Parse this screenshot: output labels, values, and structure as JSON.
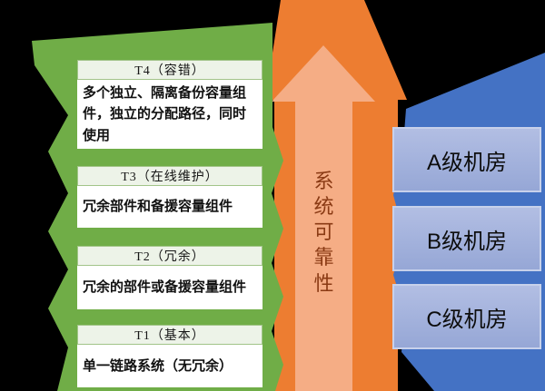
{
  "canvas": {
    "background": "#000000"
  },
  "left_panel": {
    "color": "#70ad47",
    "header_fill": "#edf3e8",
    "tiers": [
      {
        "header": "T4（容错）",
        "body": "多个独立、隔离备份容量组件，独立的分配路径，同时使用"
      },
      {
        "header": "T3（在线维护）",
        "body": "冗余部件和备援容量组件"
      },
      {
        "header": "T2（冗余）",
        "body": "冗余的部件或备援容量组件"
      },
      {
        "header": "T1（基本）",
        "body": "单一链路系统（无冗余）"
      }
    ]
  },
  "arrow": {
    "label": "系统可靠性",
    "outer_color": "#ed7d31",
    "inner_color": "#f5ad85",
    "label_color": "#8a3a14"
  },
  "right_panel": {
    "color": "#4472c4",
    "rooms": [
      {
        "label": "A级机房"
      },
      {
        "label": "B级机房"
      },
      {
        "label": "C级机房"
      }
    ]
  }
}
